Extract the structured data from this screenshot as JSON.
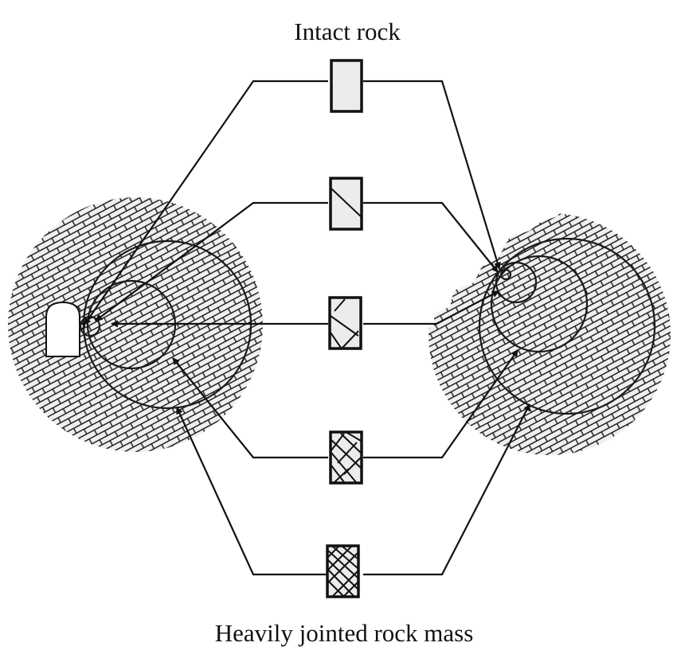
{
  "labels": {
    "top": "Intact rock",
    "bottom": "Heavily jointed rock mass"
  },
  "colors": {
    "line": "#111111",
    "sample_fill": "#ececec",
    "rock_fill": "#efefef",
    "background": "#ffffff"
  },
  "scenes": {
    "left": {
      "name": "tunnel-in-jointed-rock",
      "opening": "tunnel"
    },
    "right": {
      "name": "rock-slope-in-jointed-rock",
      "opening": "slope"
    }
  },
  "samples": [
    {
      "id": "intact",
      "joint_sets": 0,
      "description": "Intact rock sample"
    },
    {
      "id": "single-discontinuity",
      "joint_sets": 1,
      "description": "Sample with one discontinuity"
    },
    {
      "id": "two-discontinuities",
      "joint_sets": 2,
      "description": "Sample with two discontinuities"
    },
    {
      "id": "several-discontinuities",
      "joint_sets": 3,
      "description": "Sample with several discontinuities"
    },
    {
      "id": "rock-mass",
      "joint_sets": 4,
      "description": "Heavily jointed rock mass sample"
    }
  ]
}
